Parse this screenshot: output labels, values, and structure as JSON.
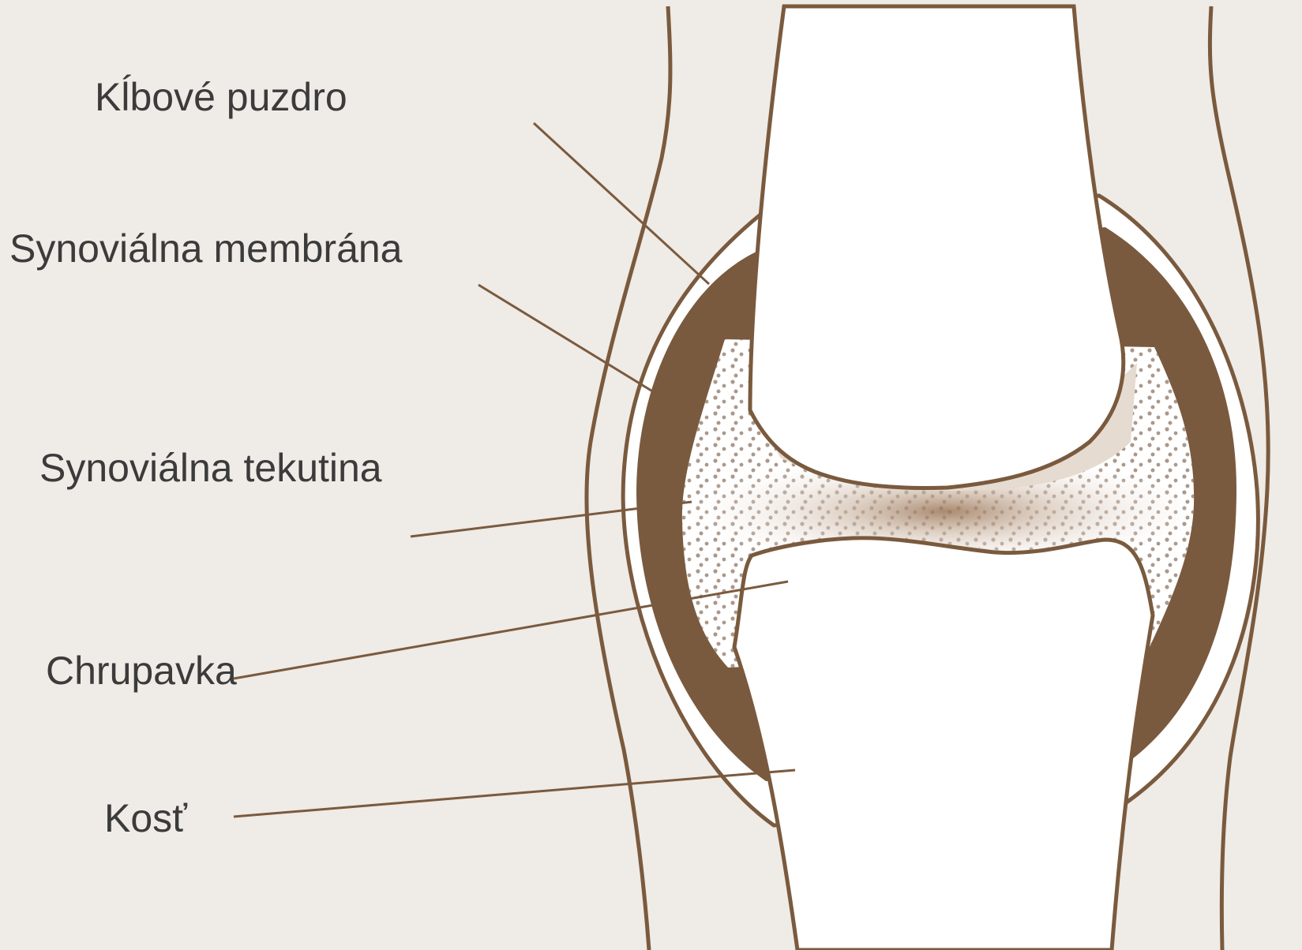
{
  "labels": {
    "joint_capsule": "Kĺbové puzdro",
    "synovial_membrane": "Synoviálna membrána",
    "synovial_fluid": "Synoviálna tekutina",
    "cartilage": "Chrupavka",
    "bone": "Kosť"
  },
  "colors": {
    "background": "#efebe6",
    "outline": "#7a5a3e",
    "membrane": "#7a5a3e",
    "cartilage": "#e5dbd1",
    "bone": "#ffffff",
    "fluid_dot": "#9c8676",
    "text": "#3b3b3b"
  }
}
